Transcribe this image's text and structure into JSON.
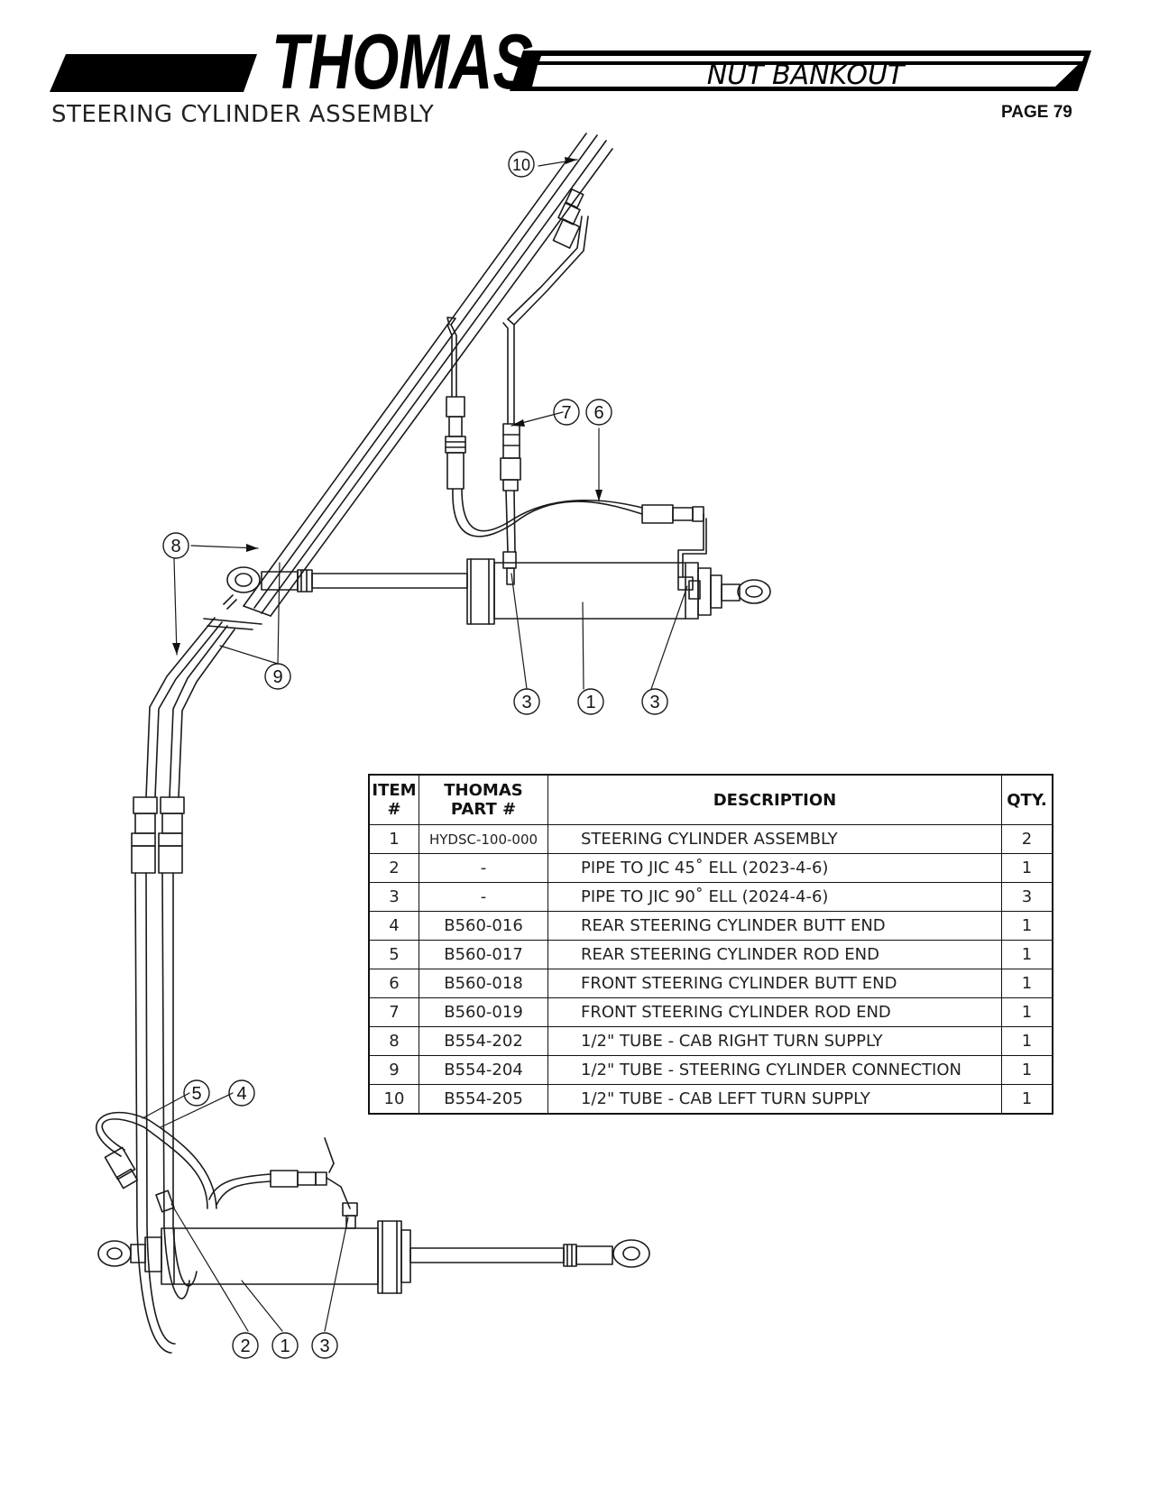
{
  "header": {
    "brand": "THOMAS",
    "product": "NUT BANKOUT",
    "page_title": "STEERING CYLINDER ASSEMBLY",
    "page_number": "PAGE 79"
  },
  "callouts": [
    "10",
    "7",
    "6",
    "8",
    "9",
    "3",
    "1",
    "3",
    "5",
    "4",
    "2",
    "1",
    "3"
  ],
  "table": {
    "headers": {
      "item_line1": "ITEM",
      "item_line2": "#",
      "part_line1": "THOMAS",
      "part_line2": "PART #",
      "description": "DESCRIPTION",
      "qty": "QTY."
    },
    "rows": [
      {
        "item": "1",
        "part": "HYDSC-100-000",
        "description": "STEERING CYLINDER ASSEMBLY",
        "qty": "2"
      },
      {
        "item": "2",
        "part": "-",
        "description": "PIPE TO JIC 45˚ ELL (2023-4-6)",
        "qty": "1"
      },
      {
        "item": "3",
        "part": "-",
        "description": "PIPE TO JIC 90˚ ELL (2024-4-6)",
        "qty": "3"
      },
      {
        "item": "4",
        "part": "B560-016",
        "description": "REAR STEERING CYLINDER BUTT END",
        "qty": "1"
      },
      {
        "item": "5",
        "part": "B560-017",
        "description": "REAR STEERING CYLINDER ROD END",
        "qty": "1"
      },
      {
        "item": "6",
        "part": "B560-018",
        "description": "FRONT STEERING CYLINDER BUTT END",
        "qty": "1"
      },
      {
        "item": "7",
        "part": "B560-019",
        "description": "FRONT STEERING CYLINDER ROD END",
        "qty": "1"
      },
      {
        "item": "8",
        "part": "B554-202",
        "description": "1/2\" TUBE - CAB RIGHT TURN SUPPLY",
        "qty": "1"
      },
      {
        "item": "9",
        "part": "B554-204",
        "description": "1/2\" TUBE - STEERING CYLINDER CONNECTION",
        "qty": "1"
      },
      {
        "item": "10",
        "part": "B554-205",
        "description": "1/2\" TUBE - CAB LEFT TURN SUPPLY",
        "qty": "1"
      }
    ]
  }
}
